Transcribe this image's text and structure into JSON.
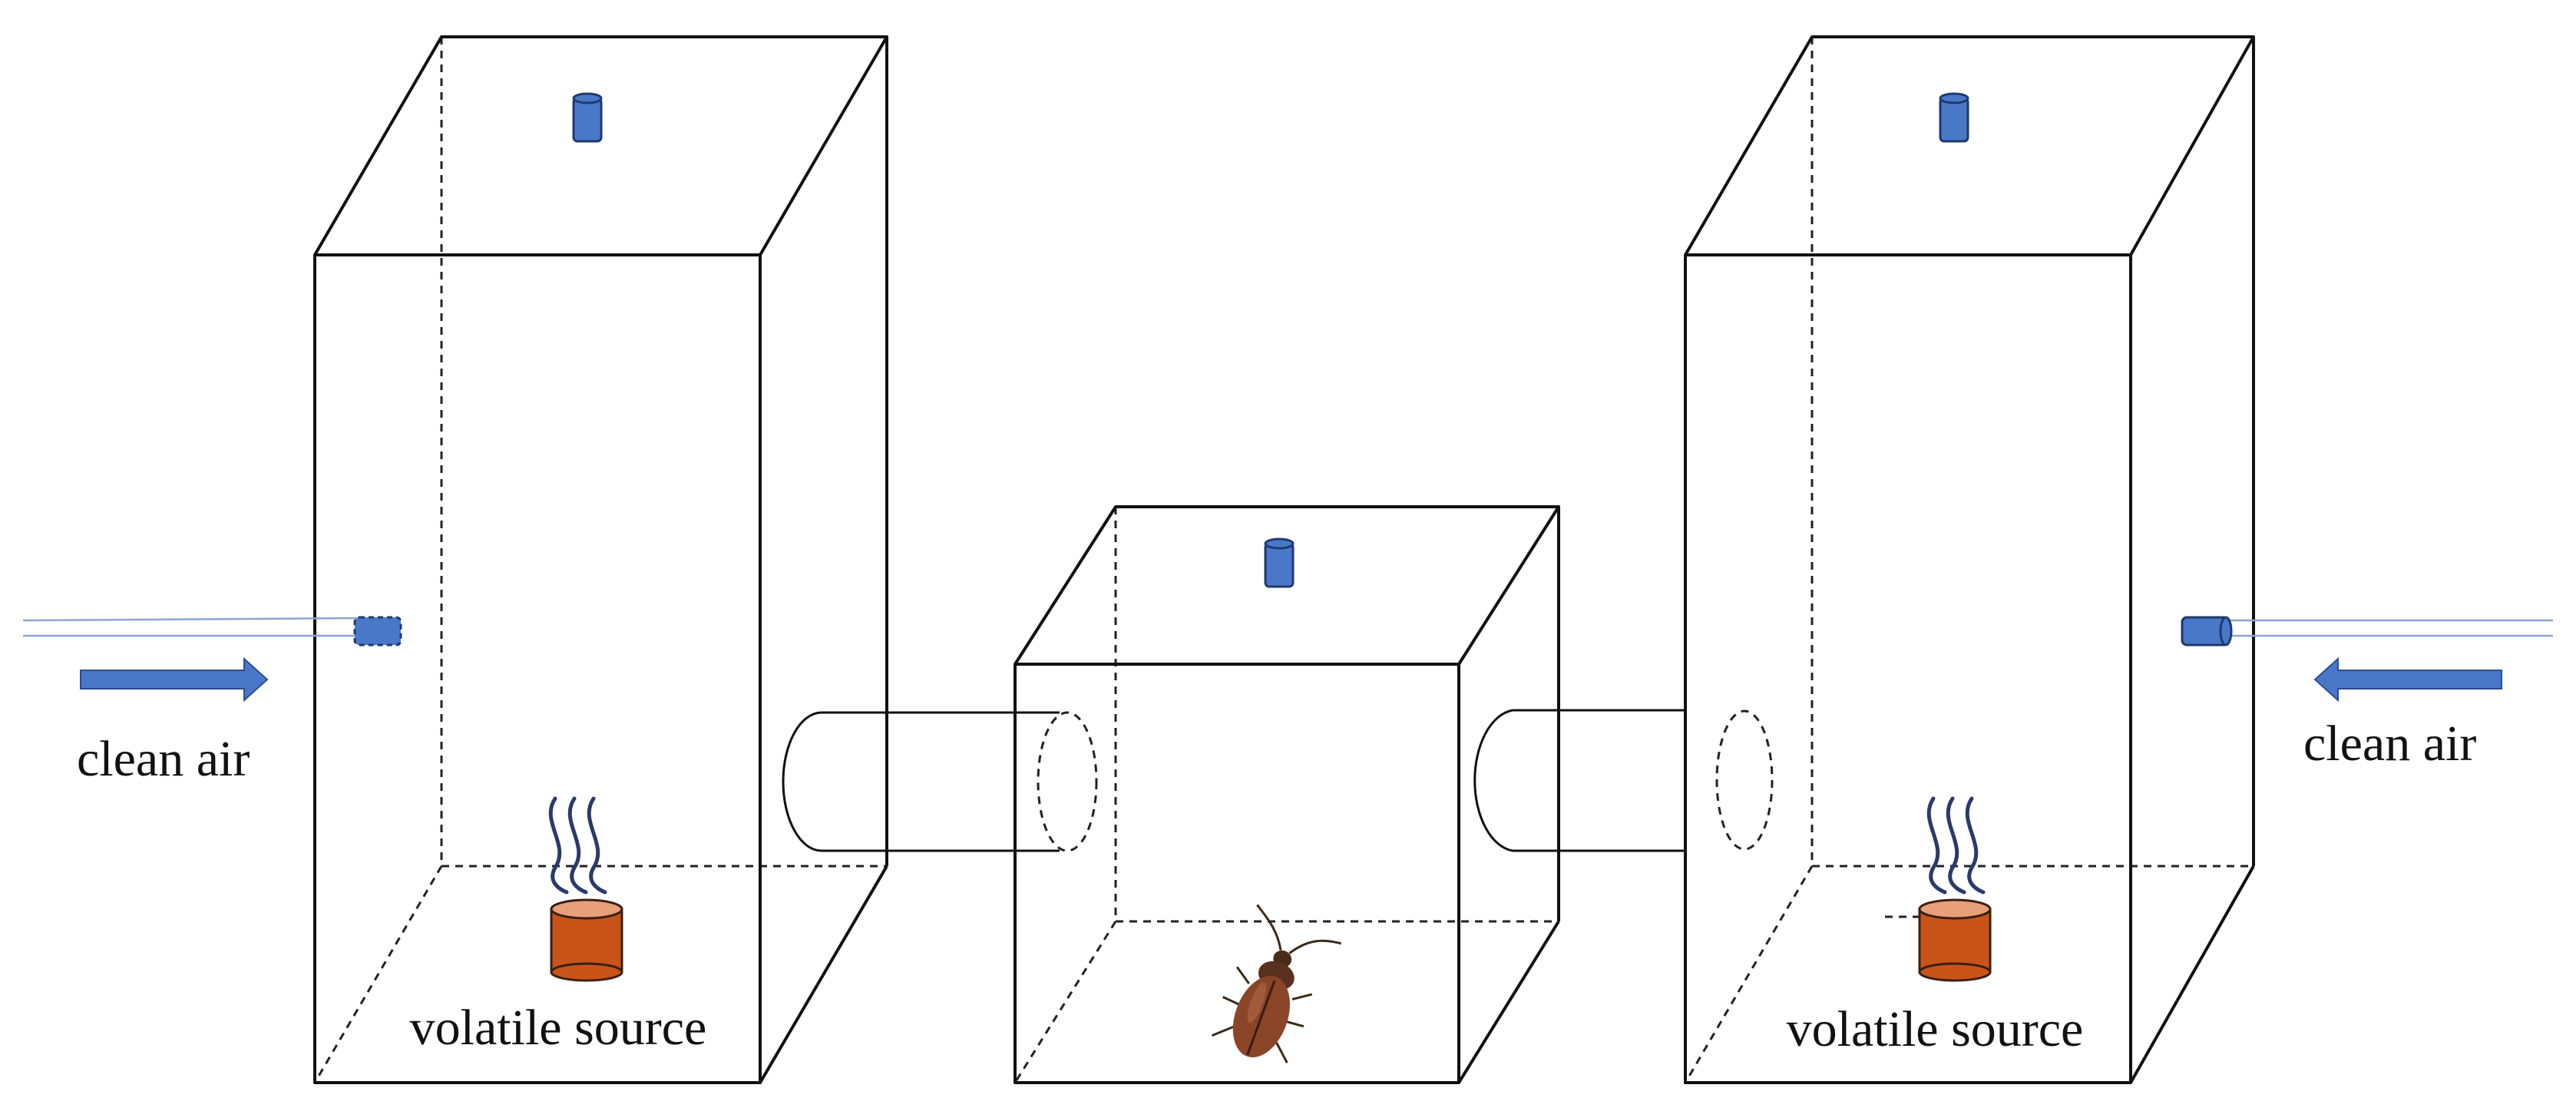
{
  "labels": {
    "left_air": "clean air",
    "right_air": "clean air",
    "left_source": "volatile source",
    "right_source": "volatile source"
  },
  "colors": {
    "port": "#4a78c8",
    "arrow": "#4a78c8",
    "cup": "#c8541a",
    "cup_top": "#e8a07a",
    "steam": "#2a3a6a",
    "tube": "#8aa6d6"
  },
  "icons": {
    "insect": "beetle-icon",
    "steam": "vapor-icon"
  }
}
